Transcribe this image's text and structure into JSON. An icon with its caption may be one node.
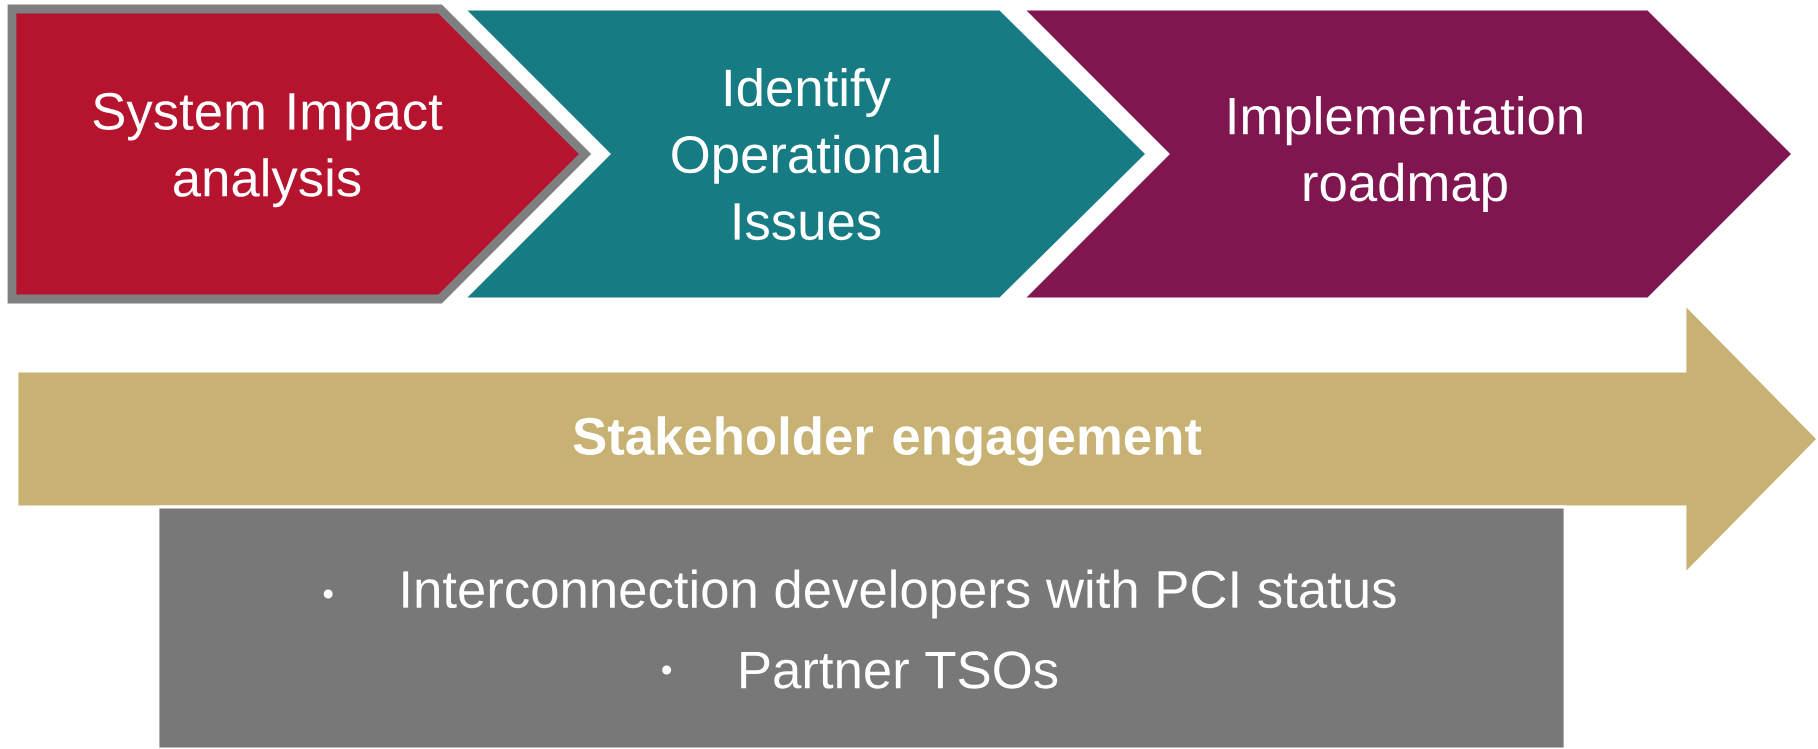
{
  "diagram": {
    "nodes": [
      {
        "text": [
          "System Impact analysis"
        ]
      },
      {
        "text": [
          "Identify Operational Issues"
        ]
      },
      {
        "text": [
          "Implementation roadmap"
        ]
      },
      {
        "text": [
          "Stakeholder engagement"
        ]
      },
      {
        "text": [
          "Interconnection developers with PCI status",
          "Partner TSOs"
        ]
      }
    ]
  }
}
